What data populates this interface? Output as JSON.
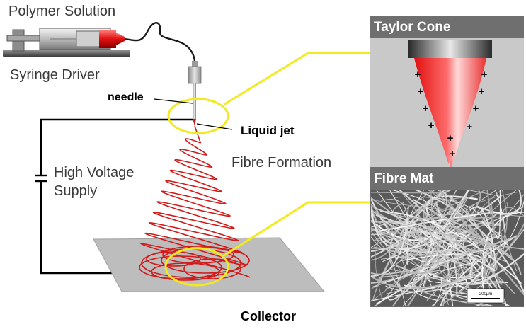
{
  "labels": {
    "polymer_solution": "Polymer Solution",
    "syringe_driver": "Syringe Driver",
    "needle": "needle",
    "liquid_jet": "Liquid jet",
    "fibre_formation": "Fibre Formation",
    "high_voltage_line1": "High Voltage",
    "high_voltage_line2": "Supply",
    "collector": "Collector"
  },
  "panels": {
    "taylor_cone": {
      "title": "Taylor Cone",
      "charge_symbol": "+"
    },
    "fibre_mat": {
      "title": "Fibre Mat",
      "scale_bar": "200μm"
    }
  },
  "colors": {
    "fibre": "#d11a1a",
    "callout": "#f2ea1e",
    "panel_bg": "#c8c8c8",
    "panel_title_bg": "#6f6f6f",
    "collector": "#bdbdbd",
    "wire": "#000000"
  }
}
